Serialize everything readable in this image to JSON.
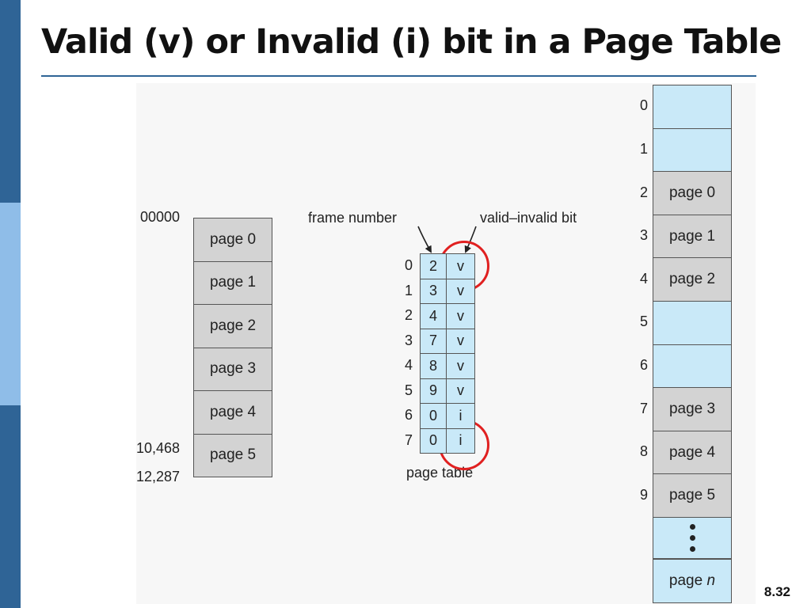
{
  "slide": {
    "title": "Valid (v) or Invalid (i) bit in a Page Table",
    "number": "8.32",
    "accent_color": "#2f6496",
    "circle_color": "#e02020"
  },
  "logical_memory": {
    "addresses": [
      "00000",
      "10,468",
      "12,287"
    ],
    "pages": [
      "page 0",
      "page 1",
      "page 2",
      "page 3",
      "page 4",
      "page 5"
    ]
  },
  "page_table": {
    "frame_label": "frame number",
    "bit_label": "valid–invalid bit",
    "caption": "page table",
    "rows": [
      {
        "index": "0",
        "frame": "2",
        "bit": "v"
      },
      {
        "index": "1",
        "frame": "3",
        "bit": "v"
      },
      {
        "index": "2",
        "frame": "4",
        "bit": "v"
      },
      {
        "index": "3",
        "frame": "7",
        "bit": "v"
      },
      {
        "index": "4",
        "frame": "8",
        "bit": "v"
      },
      {
        "index": "5",
        "frame": "9",
        "bit": "v"
      },
      {
        "index": "6",
        "frame": "0",
        "bit": "i"
      },
      {
        "index": "7",
        "frame": "0",
        "bit": "i"
      }
    ]
  },
  "physical_memory": {
    "frames": [
      {
        "index": "0",
        "content": "",
        "filled": false
      },
      {
        "index": "1",
        "content": "",
        "filled": false
      },
      {
        "index": "2",
        "content": "page 0",
        "filled": true
      },
      {
        "index": "3",
        "content": "page 1",
        "filled": true
      },
      {
        "index": "4",
        "content": "page 2",
        "filled": true
      },
      {
        "index": "5",
        "content": "",
        "filled": false
      },
      {
        "index": "6",
        "content": "",
        "filled": false
      },
      {
        "index": "7",
        "content": "page 3",
        "filled": true
      },
      {
        "index": "8",
        "content": "page 4",
        "filled": true
      },
      {
        "index": "9",
        "content": "page 5",
        "filled": true
      }
    ],
    "last_page_prefix": "page",
    "last_page_var": "n"
  }
}
